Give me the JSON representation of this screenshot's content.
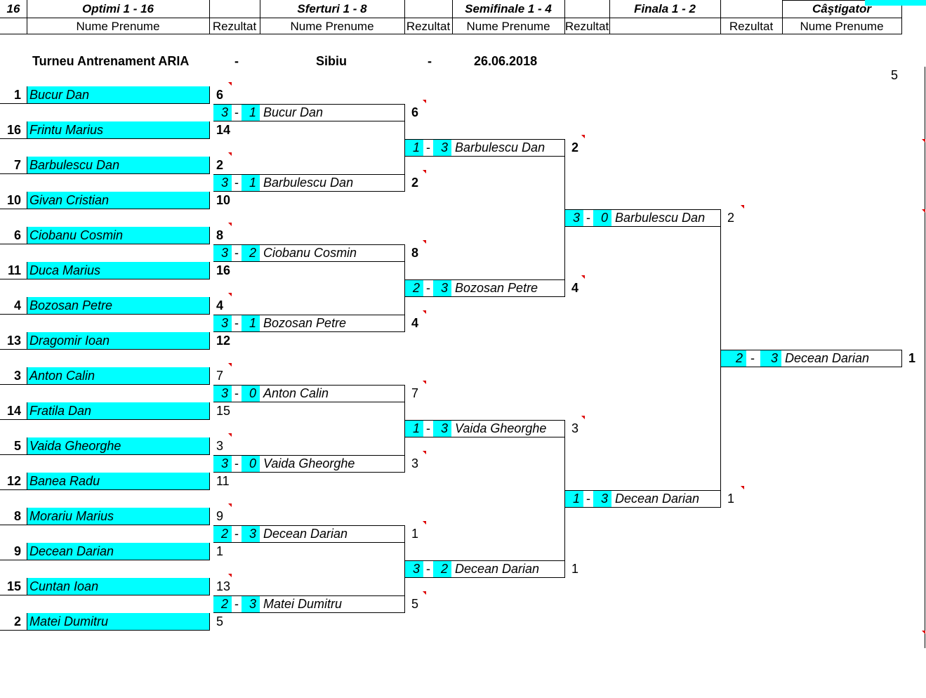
{
  "header": {
    "count": "16",
    "rounds": [
      "Optimi 1 - 16",
      "Sferturi 1 - 8",
      "Semifinale 1 - 4",
      "Finala 1 - 2",
      "Câştigator"
    ],
    "name_label": "Nume Prenume",
    "result_label": "Rezultat"
  },
  "info": {
    "title": "Turneu Antrenament ARIA",
    "sep1": "-",
    "city": "Sibiu",
    "sep2": "-",
    "date": "26.06.2018",
    "count_right": "5"
  },
  "round16": [
    {
      "seed": "1",
      "name": "Bucur Dan",
      "result": "6",
      "bold": true
    },
    {
      "seed": "16",
      "name": "Frintu Marius",
      "result": "14",
      "bold": true
    },
    {
      "seed": "7",
      "name": "Barbulescu Dan",
      "result": "2",
      "bold": true
    },
    {
      "seed": "10",
      "name": "Givan Cristian",
      "result": "10",
      "bold": true
    },
    {
      "seed": "6",
      "name": "Ciobanu Cosmin",
      "result": "8",
      "bold": true
    },
    {
      "seed": "11",
      "name": "Duca Marius",
      "result": "16",
      "bold": true
    },
    {
      "seed": "4",
      "name": "Bozosan Petre",
      "result": "4",
      "bold": true
    },
    {
      "seed": "13",
      "name": "Dragomir Ioan",
      "result": "12",
      "bold": true
    },
    {
      "seed": "3",
      "name": "Anton Calin",
      "result": "7",
      "bold": false
    },
    {
      "seed": "14",
      "name": "Fratila Dan",
      "result": "15",
      "bold": false
    },
    {
      "seed": "5",
      "name": "Vaida Gheorghe",
      "result": "3",
      "bold": false
    },
    {
      "seed": "12",
      "name": "Banea Radu",
      "result": "11",
      "bold": false
    },
    {
      "seed": "8",
      "name": "Morariu Marius",
      "result": "9",
      "bold": false
    },
    {
      "seed": "9",
      "name": "Decean Darian",
      "result": "1",
      "bold": false
    },
    {
      "seed": "15",
      "name": "Cuntan Ioan",
      "result": "13",
      "bold": false
    },
    {
      "seed": "2",
      "name": "Matei Dumitru",
      "result": "5",
      "bold": false
    }
  ],
  "quarter": [
    {
      "s1": "3",
      "s2": "1",
      "name": "Bucur Dan",
      "result": "6",
      "bold": true
    },
    {
      "s1": "3",
      "s2": "1",
      "name": "Barbulescu Dan",
      "result": "2",
      "bold": true
    },
    {
      "s1": "3",
      "s2": "2",
      "name": "Ciobanu Cosmin",
      "result": "8",
      "bold": true
    },
    {
      "s1": "3",
      "s2": "1",
      "name": "Bozosan Petre",
      "result": "4",
      "bold": true
    },
    {
      "s1": "3",
      "s2": "0",
      "name": "Anton Calin",
      "result": "7",
      "bold": false
    },
    {
      "s1": "3",
      "s2": "0",
      "name": "Vaida Gheorghe",
      "result": "3",
      "bold": false
    },
    {
      "s1": "2",
      "s2": "3",
      "name": "Decean Darian",
      "result": "1",
      "bold": false
    },
    {
      "s1": "2",
      "s2": "3",
      "name": "Matei Dumitru",
      "result": "5",
      "bold": false
    }
  ],
  "semi": [
    {
      "s1": "1",
      "s2": "3",
      "name": "Barbulescu Dan",
      "result": "2",
      "bold": true
    },
    {
      "s1": "2",
      "s2": "3",
      "name": "Bozosan Petre",
      "result": "4",
      "bold": true
    },
    {
      "s1": "1",
      "s2": "3",
      "name": "Vaida Gheorghe",
      "result": "3",
      "bold": false
    },
    {
      "s1": "3",
      "s2": "2",
      "name": "Decean Darian",
      "result": "1",
      "bold": false
    }
  ],
  "final": [
    {
      "s1": "3",
      "s2": "0",
      "name": "Barbulescu Dan",
      "result": "2",
      "bold": false
    },
    {
      "s1": "1",
      "s2": "3",
      "name": "Decean Darian",
      "result": "1",
      "bold": false
    }
  ],
  "winner": {
    "s1": "2",
    "s2": "3",
    "name": "Decean Darian",
    "result": "1",
    "bold": true
  },
  "colors": {
    "accent": "#00ffff",
    "marker": "#dd0000"
  }
}
